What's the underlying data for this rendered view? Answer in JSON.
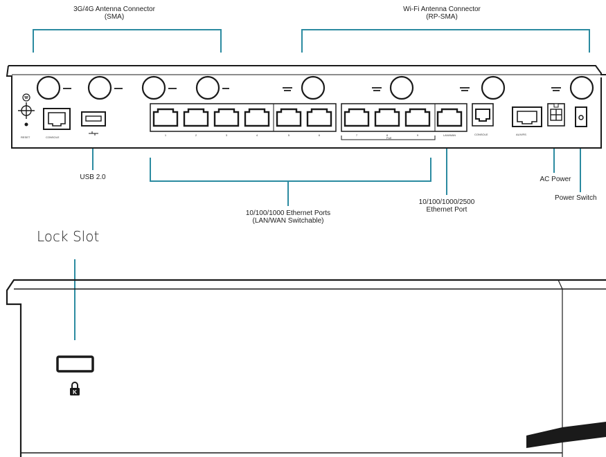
{
  "colors": {
    "callout": "#2a8aa0",
    "outline": "#1a1a1a",
    "body": "#ffffff"
  },
  "callouts": {
    "antenna_3g4g": [
      "3G/4G Antenna Connector",
      "(SMA)"
    ],
    "antenna_wifi": [
      "Wi-Fi Antenna Connector",
      "(RP-SMA)"
    ],
    "usb": "USB 2.0",
    "ethernet_ports": [
      "10/100/1000 Ethernet Ports",
      "(LAN/WAN Switchable)"
    ],
    "ethernet_2500": [
      "10/100/1000/2500",
      "Ethernet Port"
    ],
    "ac_power": "AC Power",
    "power_switch": "Power Switch",
    "lock_slot": "Lock Slot"
  },
  "panel_tiny_labels": {
    "reset": "RESET",
    "console": "CONSOLE",
    "port_nums_a": [
      "1",
      "2",
      "3",
      "4",
      "5",
      "6"
    ],
    "port_nums_b": [
      "7",
      "8",
      "9",
      "LAN/WAN"
    ],
    "poe": "PoE",
    "console2": "CONSOLE",
    "aux": "AUX/RS"
  },
  "icons": {
    "lock": "lock-icon",
    "ground": "ground-icon",
    "reset": "reset-icon",
    "usb": "usb-icon"
  }
}
